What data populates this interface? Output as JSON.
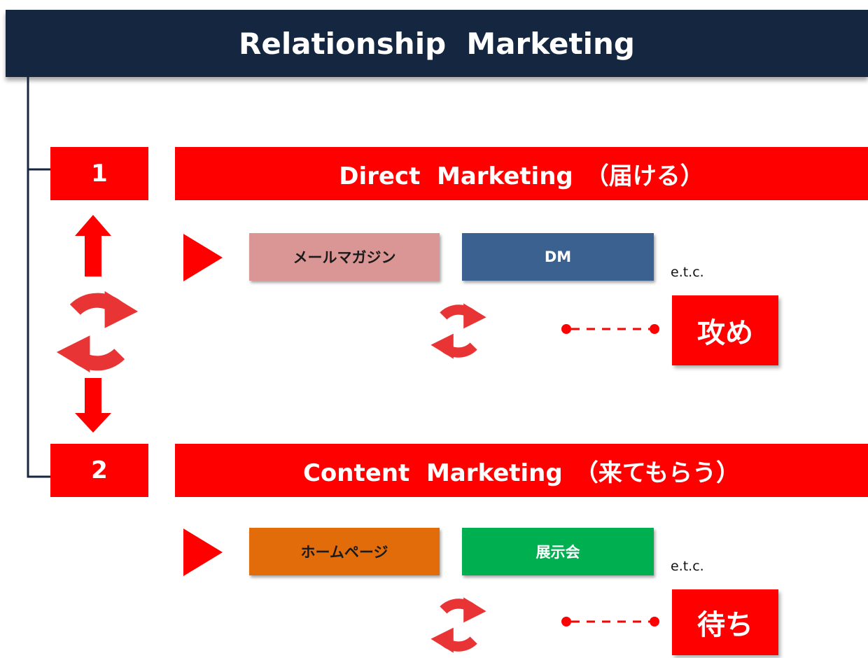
{
  "header": {
    "title": "Relationship  Marketing"
  },
  "sections": [
    {
      "number": "1",
      "title": "Direct  Marketing　（届ける）",
      "tags": [
        "メールマガジン",
        "DM"
      ],
      "tag_colors": [
        "#d99694",
        "#3b6190"
      ],
      "etc": "e.t.c.",
      "stance": "攻め"
    },
    {
      "number": "2",
      "title": "Content  Marketing　（来てもらう）",
      "tags": [
        "ホームページ",
        "展示会"
      ],
      "tag_colors": [
        "#e36c0a",
        "#00b050"
      ],
      "etc": "e.t.c.",
      "stance": "待ち"
    }
  ],
  "icons": {
    "cycle": "refresh-cycle-icon",
    "arrow_up": "arrow-up-icon",
    "arrow_down": "arrow-down-icon",
    "pointer": "play-triangle-icon",
    "connector": "dashed-connector-icon"
  },
  "colors": {
    "header_bg": "#152640",
    "accent_red": "#ff0000",
    "tree_line": "#152640"
  }
}
